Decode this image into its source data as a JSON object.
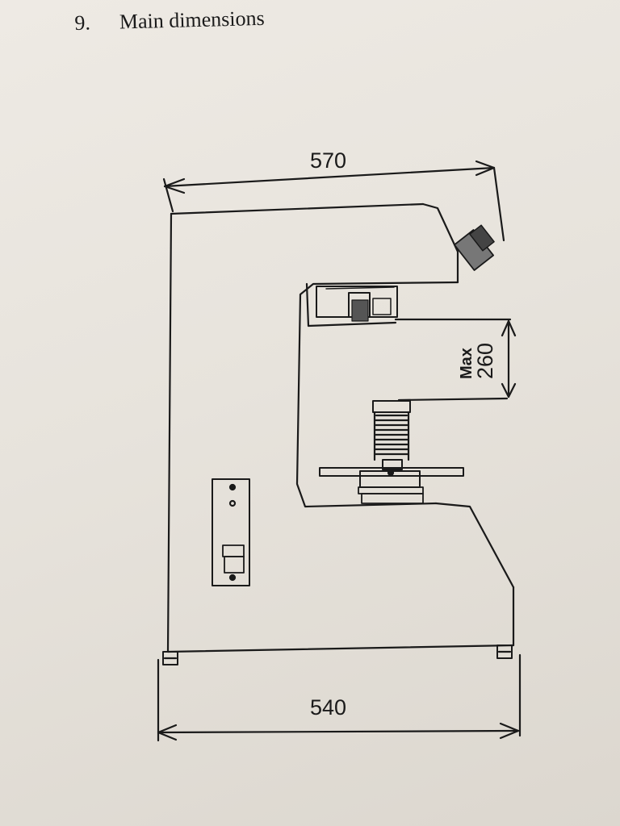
{
  "section": {
    "number": "9.",
    "title": "Main dimensions"
  },
  "dimensions": {
    "overall_width_top": "570",
    "overall_width_bottom": "540",
    "max_label": "Max",
    "max_value": "260"
  },
  "colors": {
    "paper": "#e9e5df",
    "ink": "#1a1a1a"
  }
}
